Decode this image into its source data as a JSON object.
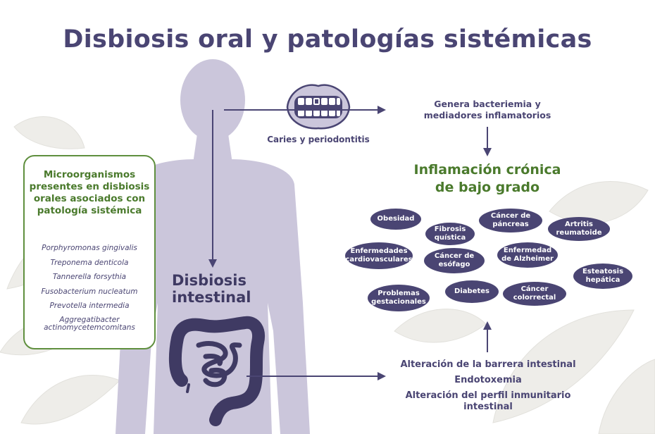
{
  "title": "Disbiosis oral y patologías sistémicas",
  "mouth_caption": "Caries y periodontitis",
  "bacteremia_text": [
    "Genera bacteriemia y",
    "mediadores inflamatorios"
  ],
  "inflammation_heading": [
    "Inflamación crónica",
    "de bajo grado"
  ],
  "microorganisms": {
    "title": "Microorganismos presentes en disbiosis orales asociados con patología sistémica",
    "items": [
      "Porphyromonas gingivalis",
      "Treponema denticola",
      "Tannerella forsythia",
      "Fusobacterium nucleatum",
      "Prevotella intermedia",
      "Aggregatibacter actinomycetemcomitans"
    ]
  },
  "disbiosis_intestinal_label": [
    "Disbiosis",
    "intestinal"
  ],
  "diseases": [
    "Obesidad",
    "Fibrosis quística",
    "Cáncer de páncreas",
    "Artritis reumatoide",
    "Enfermedades cardiovasculares",
    "Cáncer de esófago",
    "Enfermedad de Alzheimer",
    "Esteatosis hepática",
    "Problemas gestacionales",
    "Diabetes",
    "Cáncer colorrectal"
  ],
  "gut_effects": [
    "Alteración de la barrera intestinal",
    "Endotoxemia",
    "Alteración del perfil inmunitario intestinal"
  ],
  "colors": {
    "body_silhouette": "#cbc6db",
    "dark_purple": "#4a4573",
    "green": "#4a7a2c",
    "intestine": "#3f3a63"
  }
}
